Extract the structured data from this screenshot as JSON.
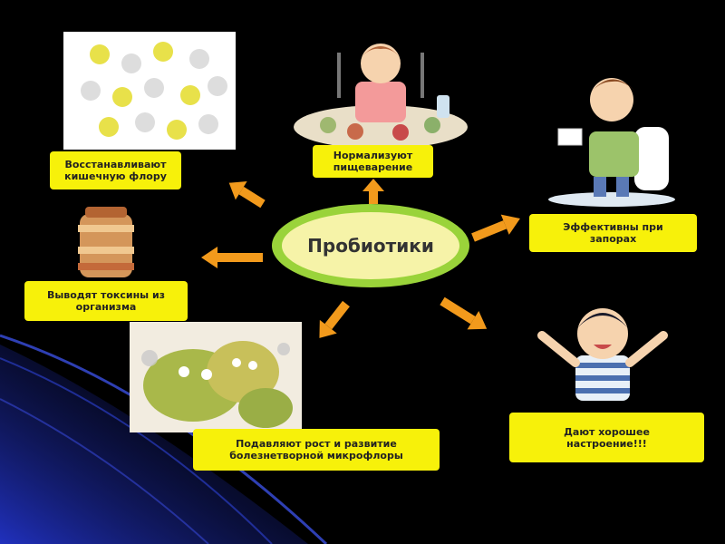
{
  "center": {
    "text": "Пробиотики"
  },
  "labels": {
    "restore_flora": [
      "Восстанавливают",
      "кишечную флору"
    ],
    "digestion": [
      "Нормализуют",
      "пищеварение"
    ],
    "constipation": [
      "Эффективны при",
      "запорах"
    ],
    "toxins": [
      "Выводят токсины из",
      "организма"
    ],
    "suppress": [
      "Подавляют рост и развитие",
      "болезнетворной микрофлоры"
    ],
    "mood": [
      "Дают хорошее",
      "настроение!!!"
    ]
  },
  "colors": {
    "label_bg": "#f7f10a",
    "arrow": "#f29a1c",
    "center_ring": "#9ad33a",
    "center_fill": "#f6f3a8",
    "background": "#000000",
    "swoosh": "#1b2b9a"
  },
  "pictures": {
    "bacteria_group": "smiling-microbes-picture",
    "eating_boy": "boy-eating-at-table-picture",
    "toilet_boy": "boy-on-toilet-picture",
    "yogurt_jar": "probiotic-food-jar-picture",
    "germs_fighting": "pathogenic-germs-picture",
    "happy_boy": "happy-boy-picture"
  }
}
